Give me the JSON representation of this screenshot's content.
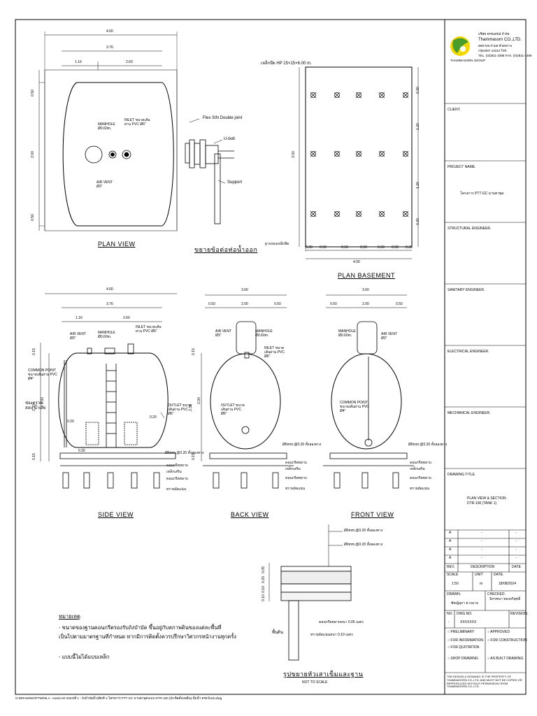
{
  "company": {
    "name_th": "บริษัท ธรรมสรณ์ จำกัด",
    "name_en": "Thammasorn CO.,LTD.",
    "addr1": "99/9 พระราม9 ห้วยขวาง",
    "addr2": "กรุงเทพฯ 10310 โทร.",
    "tel": "TEL. (02)911-3388 FAX. (02)911-4499",
    "group": "THAMMASORN GROUP"
  },
  "colors": {
    "logo_yellow": "#f5d800",
    "logo_green": "#4a9d2a"
  },
  "titleblock": {
    "client": "CLIENT.",
    "project_name_label": "PROJECT NAME.",
    "project_name": "โครงการ PTT GC มาบตาพุด",
    "structural": "STRUCTURAL ENGINEER.",
    "sanitary": "SANITARY ENGINEER.",
    "electrical": "ELECTRICAL ENGINEER.",
    "mechanical": "MECHANICAL ENGINEER.",
    "drawing_title_label": "DRAWING TITLE.",
    "drawing_title_1": "PLAN VIEW & SECTION",
    "drawing_title_2": "DTR-100 (TANK 1)",
    "rev_rows": [
      "A",
      "A",
      "A",
      "A"
    ],
    "rev_dash": "-",
    "rev_head": "REV.",
    "desc_head": "DESCRIPTION",
    "date_head": "DATE",
    "scale_label": "SCALE",
    "scale_value": "1:50",
    "unit_label": "UNIT",
    "unit_value": "m",
    "date_label": "DATE.",
    "date_value": "18/08/2024",
    "drawn_label": "DRAWN.",
    "drawn_value": "พัชญ์สุภา ยางนาจ",
    "checked_label": "CHECKED.",
    "checked_value": "นิกรชนา ทองบริสุทธิ์",
    "no_label": "NO.",
    "dwg_label": "DWG.NO.",
    "dwg_value": "XXXXXXX",
    "revision_label": "REVISION.",
    "no_value": "-",
    "status": [
      "PRELIMINARY",
      "FOR INFORMATION",
      "FOR QUOTATION",
      "SHOP DRAWING",
      "APPROVED",
      "FOR CONSTRUCTION",
      "AS BUILT DRAWING"
    ],
    "copyright": "THE DESIGN & DRAWING IS THE PROPERTY OF THAMMASORN CO.,LTD. AND MUST NOT BE COPIED OR REPRODUCED WITHOUT PERMISSION FROM THAMMASORN CO.,LTD."
  },
  "views": {
    "plan_view": {
      "title": "PLAN VIEW",
      "dims": [
        "4.00",
        "3.76",
        "1.16",
        "2.60",
        "0.50",
        "2.00",
        "0.50"
      ],
      "manhole": "MANHOLE Ø0.60m.",
      "inlet": "INLET ขนาดเส้นผ่าน PVC Ø6\"",
      "air_vent": "AIR VENT Ø3\""
    },
    "joint_detail": {
      "title": "ขยายข้อต่อท่อน้ำออก",
      "flex": "Flex SIN Double joint",
      "ubolt": "U-bolt",
      "support": "Support"
    },
    "plan_basement": {
      "title": "PLAN BASEMENT",
      "anchor": "เหล็กยึด HP 15×15×6.00 m.",
      "base": "ฐานรองเหล็กยึด",
      "dims_bottom": [
        "0.30",
        "0.90",
        "0.60",
        "0.90",
        "0.60",
        "0.90",
        "0.30"
      ],
      "total": "4.00",
      "dims_right": [
        "0.30",
        "1.20",
        "1.20",
        "0.30"
      ],
      "left": "3.00"
    },
    "side_view": {
      "title": "SIDE VIEW",
      "dims_top": [
        "4.00",
        "3.76",
        "1.16",
        "2.60"
      ],
      "air_vent": "AIR VENT Ø3\"",
      "manhole": "MANHOLE Ø0.60m.",
      "inlet": "INLET ขนาดเส้นผ่าน PVC Ø6\"",
      "common": "COMMON POINT ขนาดเส้นผ่าน PVC Ø4\"",
      "clean": "ช่องตรวจสอบ น้ำเสีย",
      "outlet": "OUTLET ขนาดเส้นผ่าน PVC Ø6\"",
      "rebar": "Ø6mm.@0.20 ทั้งสองทาง",
      "d_020a": "0.20",
      "d_020b": "0.20",
      "d_035": "0.35",
      "dims_left": [
        "0.15",
        "2.00",
        "2.30",
        "0.15"
      ],
      "labels_bottom": [
        "คอนกรีตหยาบ",
        "เหล็กเสริม",
        "คอนกรีตหยาบ",
        "ทรายอัดแน่น"
      ]
    },
    "back_view": {
      "title": "BACK VIEW",
      "dims_top": [
        "3.00",
        "0.50",
        "2.00",
        "0.50"
      ],
      "air_vent": "AIR VENT Ø3\"",
      "manhole": "MANHOLE Ø0.60m.",
      "inlet": "INLET ขนาดเส้นผ่าน PVC Ø6\"",
      "outlet": "OUTLET ขนาดเส้นผ่าน PVC Ø6\"",
      "rebar": "Ø6mm.@0.20 ทั้งสองทาง",
      "dims_left": [
        "0.15",
        "2.00",
        "2.30",
        "0.15"
      ],
      "labels_bottom": [
        "คอนกรีตหยาบ",
        "เหล็กเสริม",
        "คอนกรีตหยาบ",
        "ทรายอัดแน่น"
      ]
    },
    "front_view": {
      "title": "FRONT VIEW",
      "dims_top": [
        "3.00",
        "0.50",
        "2.00",
        "0.50"
      ],
      "manhole": "MANHOLE Ø0.60m.",
      "air_vent": "AIR VENT Ø3\"",
      "common": "COMMON POINT ขนาดเส้นผ่าน PVC Ø4\"",
      "rebar": "Ø6mm.@0.20 ทั้งสองทาง",
      "labels_bottom": [
        "คอนกรีตหยาบ",
        "เหล็กเสริม",
        "คอนกรีตหยาบ",
        "ทรายอัดแน่น"
      ]
    },
    "slab_detail": {
      "title": "รูปขยายหัวเสาเข็มและฐาน",
      "rebar1": "Ø6mm.@0.20 ทั้งสองทาง",
      "rebar2": "Ø6mm.@0.20 ทั้งสองทาง",
      "concrete": "คอนกรีตหยาบหนา 0.05 เมตร",
      "sand": "ทรายอัดแน่นหนา 0.10 เมตร",
      "slab": "พื้นดิน",
      "dims": [
        "0.05",
        "0.20",
        "0.10",
        "0.10"
      ],
      "notto": "NOT TO SCALE"
    }
  },
  "notes": {
    "head": "หมายเหตุ",
    "items": [
      "- ขนาดของฐานคอนกรีตรองรับถังบำบัด ขึ้นอยู่กับสภาพดินของแต่ละพื้นที่",
      "  เป็นไปตามมาตรฐานที่กำหนด หากมีการติดตั้งควรปรึกษาวิศวกรหน้างานทุกครั้ง",
      "- แบบนี้ไม่ได้แบบเหล็ก"
    ]
  },
  "footer_path": "G:\\DRAWING\\PTW\\06.A - AutoCAD 2024\\ที่ 1 - ถังบำบัดน้ำเสีย\\ที่ 1-โครงการ PTT GC มาบตาพุด\\แบบ DTR-100 (ถัง-ติดตั้งบนดิน)-ปั้มน้ำ-ดรอว์แบบ.dwg"
}
